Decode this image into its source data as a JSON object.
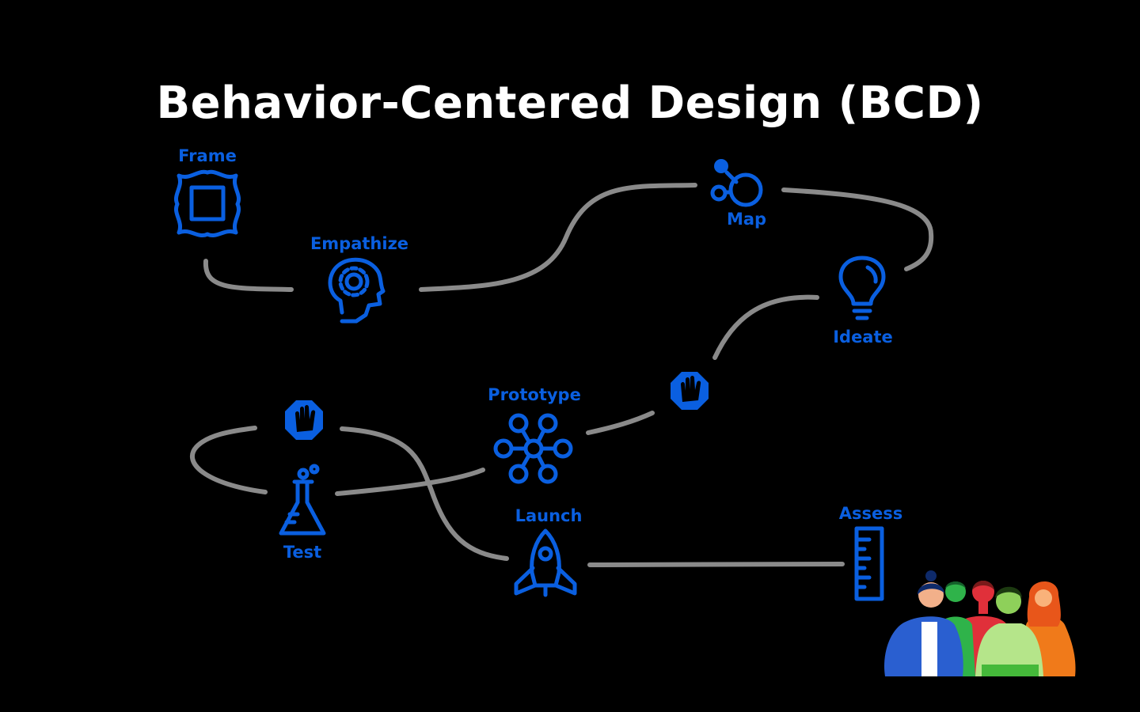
{
  "title": "Behavior-Centered Design (BCD)",
  "colors": {
    "background": "#000000",
    "title": "#ffffff",
    "accent_blue": "#0a5fe0",
    "path_gray": "#8a8a8a"
  },
  "steps": [
    {
      "label": "Frame",
      "icon": "ornate-frame-icon"
    },
    {
      "label": "Empathize",
      "icon": "head-gear-icon"
    },
    {
      "label": "Map",
      "icon": "connected-nodes-icon"
    },
    {
      "label": "Ideate",
      "icon": "lightbulb-icon"
    },
    {
      "label": "Prototype",
      "icon": "network-icon"
    },
    {
      "label": "Test",
      "icon": "flask-icon"
    },
    {
      "label": "Launch",
      "icon": "rocket-icon"
    },
    {
      "label": "Assess",
      "icon": "ruler-icon"
    }
  ],
  "stop_icons": [
    "stop-hand-icon",
    "stop-hand-icon"
  ],
  "illustration": "group-of-people-illustration"
}
